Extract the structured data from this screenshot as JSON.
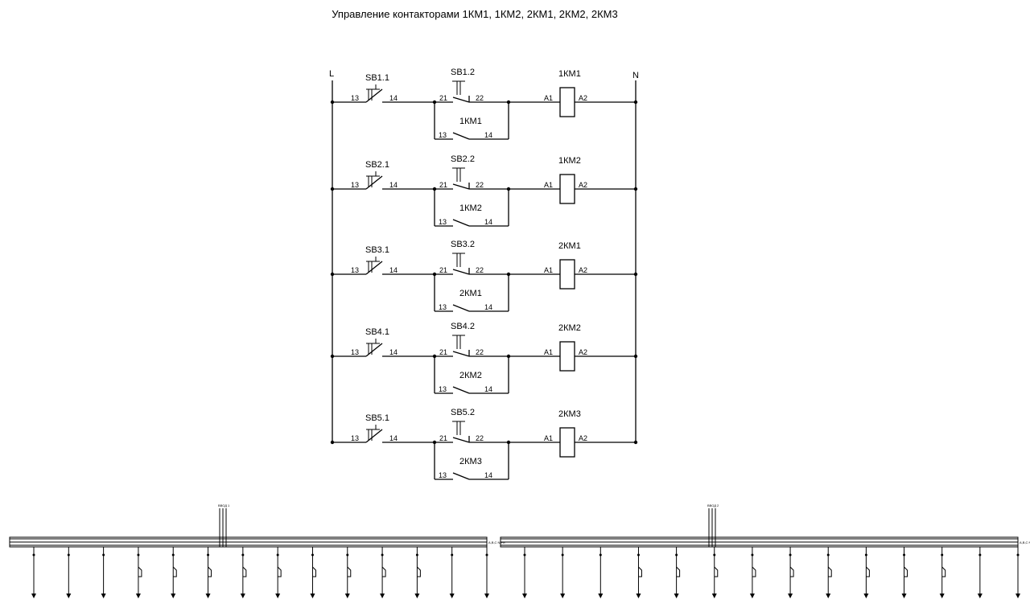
{
  "title": "Управление контакторами 1КМ1, 1КМ2, 2КМ1, 2КМ2, 2КМ3",
  "rails": {
    "line": "L",
    "neutral": "N"
  },
  "rungs": [
    {
      "start_button": "SB1.1",
      "stop_button": "SB1.2",
      "coil": "1КМ1",
      "holding_contact": "1КМ1"
    },
    {
      "start_button": "SB2.1",
      "stop_button": "SB2.2",
      "coil": "1КМ2",
      "holding_contact": "1КМ2"
    },
    {
      "start_button": "SB3.1",
      "stop_button": "SB3.2",
      "coil": "2КМ1",
      "holding_contact": "2КМ1"
    },
    {
      "start_button": "SB4.1",
      "stop_button": "SB4.2",
      "coil": "2КМ2",
      "holding_contact": "2КМ2"
    },
    {
      "start_button": "SB5.1",
      "stop_button": "SB5.2",
      "coil": "2КМ3",
      "holding_contact": "2КМ3"
    }
  ],
  "terminals": {
    "no_in": "13",
    "no_out": "14",
    "nc_in": "21",
    "nc_out": "22",
    "coil_a1": "A1",
    "coil_a2": "A2"
  },
  "bus_panels": [
    {
      "feeder_label": "ВВОД 1",
      "bus_label": "A,B,C N PE",
      "feeders": 14
    },
    {
      "feeder_label": "ВВОД 2",
      "bus_label": "A,B,C N PE",
      "feeders": 14
    }
  ]
}
